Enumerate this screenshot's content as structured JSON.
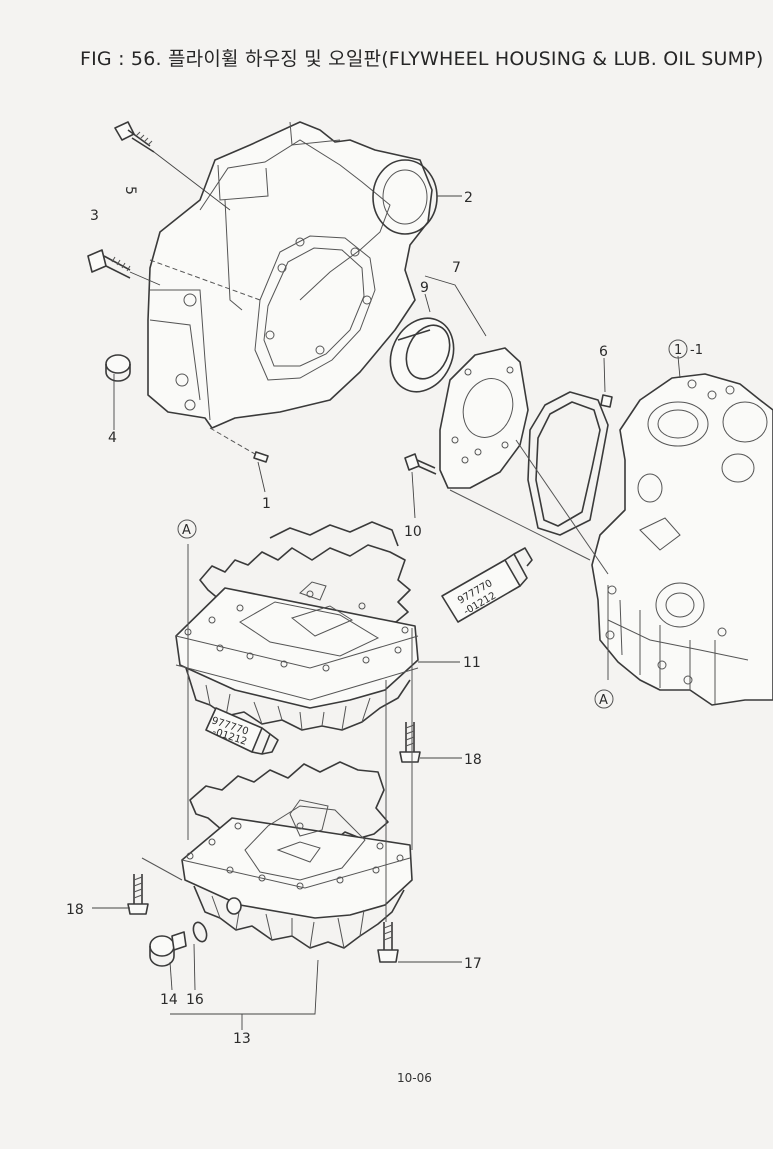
{
  "title": "FIG : 56. 플라이휠 하우징 및 오일판(FLYWHEEL HOUSING & LUB. OIL SUMP)",
  "page_number": "10-06",
  "callouts": {
    "c1": "1",
    "c2": "2",
    "c3": "3",
    "c4": "4",
    "c5": "5",
    "c6": "6",
    "c7": "7",
    "c9": "9",
    "c10": "10",
    "c11": "11",
    "c13": "13",
    "c14": "14",
    "c16": "16",
    "c17": "17",
    "c18a": "18",
    "c18b": "18",
    "ref_block_num": "1",
    "ref_block_sub": "-1"
  },
  "ref_markers": {
    "a_top": "A",
    "a_block": "A"
  },
  "tube_labels": {
    "tube1_line1": "977770",
    "tube1_line2": "-01212",
    "tube2_line1": "977770",
    "tube2_line2": "-01212"
  }
}
